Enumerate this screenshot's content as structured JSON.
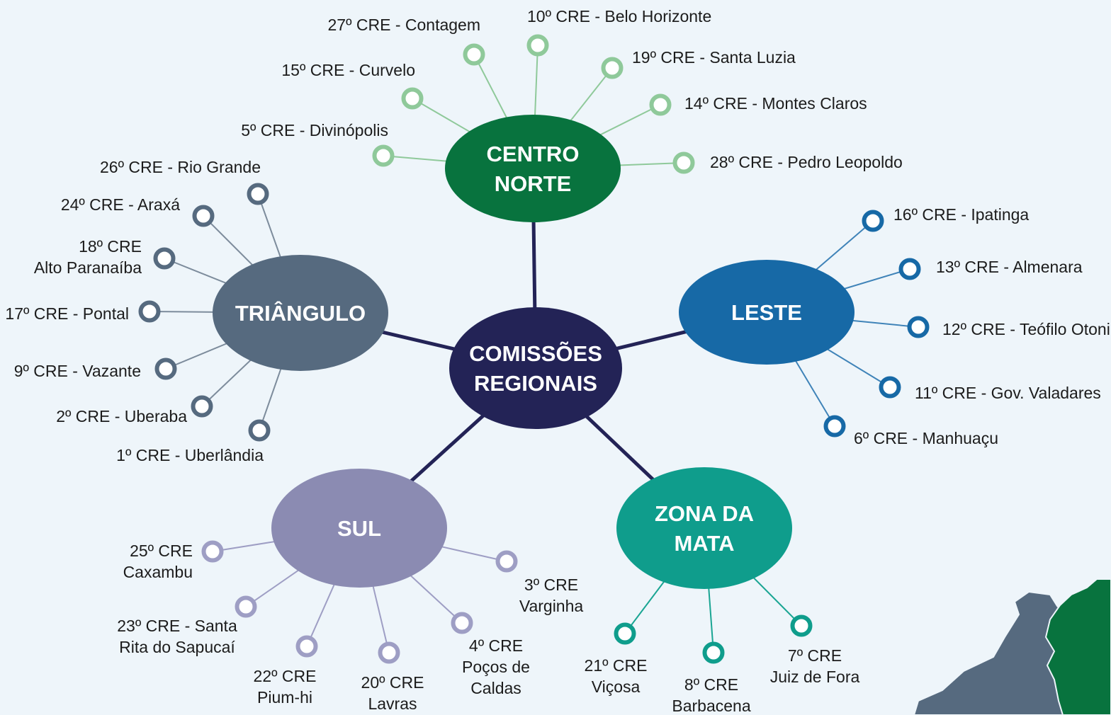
{
  "center": {
    "lines": [
      "COMISSÕES",
      "REGIONAIS"
    ],
    "color": "#232356"
  },
  "hubs": [
    {
      "key": "centro-norte",
      "lines": [
        "CENTRO",
        "NORTE"
      ],
      "color": "#08733e",
      "nodeColor": "#8fc99a",
      "lineColor": "#8fc99a",
      "nodes": [
        {
          "lines": [
            "5º CRE - Divinópolis"
          ]
        },
        {
          "lines": [
            "15º CRE - Curvelo"
          ]
        },
        {
          "lines": [
            "27º CRE - Contagem"
          ]
        },
        {
          "lines": [
            "10º CRE - Belo Horizonte"
          ]
        },
        {
          "lines": [
            "19º CRE - Santa Luzia"
          ]
        },
        {
          "lines": [
            "14º CRE - Montes Claros"
          ]
        },
        {
          "lines": [
            "28º CRE - Pedro Leopoldo"
          ]
        }
      ]
    },
    {
      "key": "triangulo",
      "lines": [
        "TRIÂNGULO"
      ],
      "color": "#566a7f",
      "nodeColor": "#566a7f",
      "lineColor": "#7d8c9c",
      "nodes": [
        {
          "lines": [
            "26º CRE - Rio Grande"
          ]
        },
        {
          "lines": [
            "24º CRE - Araxá"
          ]
        },
        {
          "lines": [
            "18º CRE",
            "Alto Paranaíba"
          ]
        },
        {
          "lines": [
            "17º CRE - Pontal"
          ]
        },
        {
          "lines": [
            "9º CRE - Vazante"
          ]
        },
        {
          "lines": [
            "2º CRE - Uberaba"
          ]
        },
        {
          "lines": [
            "1º CRE - Uberlândia"
          ]
        }
      ]
    },
    {
      "key": "leste",
      "lines": [
        "LESTE"
      ],
      "color": "#1769a6",
      "nodeColor": "#1769a6",
      "lineColor": "#3f83b8",
      "nodes": [
        {
          "lines": [
            "16º CRE - Ipatinga"
          ]
        },
        {
          "lines": [
            "13º CRE - Almenara"
          ]
        },
        {
          "lines": [
            "12º CRE - Teófilo Otoni"
          ]
        },
        {
          "lines": [
            "11º CRE - Gov. Valadares"
          ]
        },
        {
          "lines": [
            "6º CRE - Manhuaçu"
          ]
        }
      ]
    },
    {
      "key": "sul",
      "lines": [
        "SUL"
      ],
      "color": "#8b8bb2",
      "nodeColor": "#9e9ec4",
      "lineColor": "#9e9ec4",
      "nodes": [
        {
          "lines": [
            "25º CRE",
            "Caxambu"
          ]
        },
        {
          "lines": [
            "23º CRE - Santa",
            "Rita do Sapucaí"
          ]
        },
        {
          "lines": [
            "22º CRE",
            "Pium-hi"
          ]
        },
        {
          "lines": [
            "20º CRE",
            "Lavras"
          ]
        },
        {
          "lines": [
            "4º CRE",
            "Poços de",
            "Caldas"
          ]
        },
        {
          "lines": [
            "3º CRE",
            "Varginha"
          ]
        }
      ]
    },
    {
      "key": "zona-da-mata",
      "lines": [
        "ZONA DA",
        "MATA"
      ],
      "color": "#0f9d8c",
      "nodeColor": "#0f9d8c",
      "lineColor": "#1aa593",
      "nodes": [
        {
          "lines": [
            "21º CRE",
            "Viçosa"
          ]
        },
        {
          "lines": [
            "8º CRE",
            "Barbacena"
          ]
        },
        {
          "lines": [
            "7º CRE",
            "Juiz de Fora"
          ]
        }
      ]
    }
  ],
  "connectorColor": "#232356",
  "mapColors": [
    "#566a7f",
    "#08733e"
  ]
}
